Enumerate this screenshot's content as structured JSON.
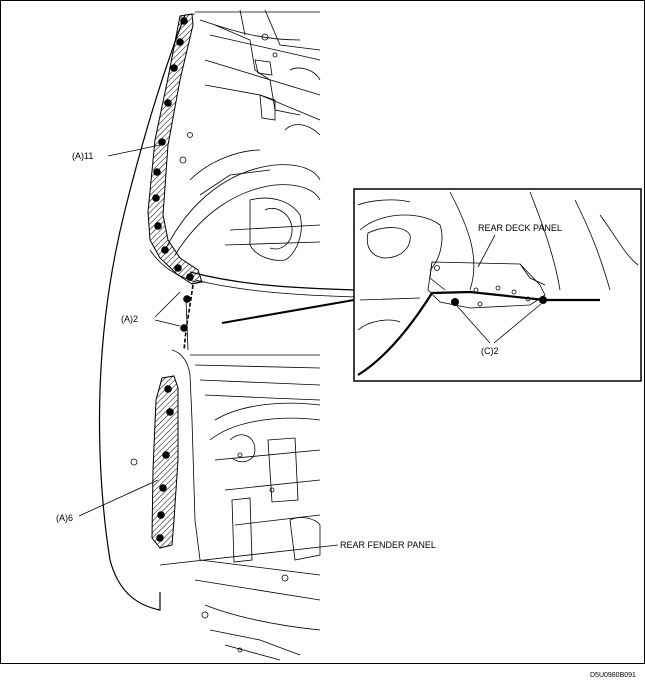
{
  "diagram": {
    "labels": {
      "a11": "(A)11",
      "a2": "(A)2",
      "a6": "(A)6",
      "rear_fender_panel": "REAR FENDER PANEL",
      "rear_deck_panel": "REAR DECK PANEL",
      "c2": "(C)2"
    },
    "figure_code": "D5U0980B091",
    "spot_weld_counts": {
      "A_upper": 11,
      "A_middle": 2,
      "A_lower": 6,
      "C_detail": 2
    }
  }
}
